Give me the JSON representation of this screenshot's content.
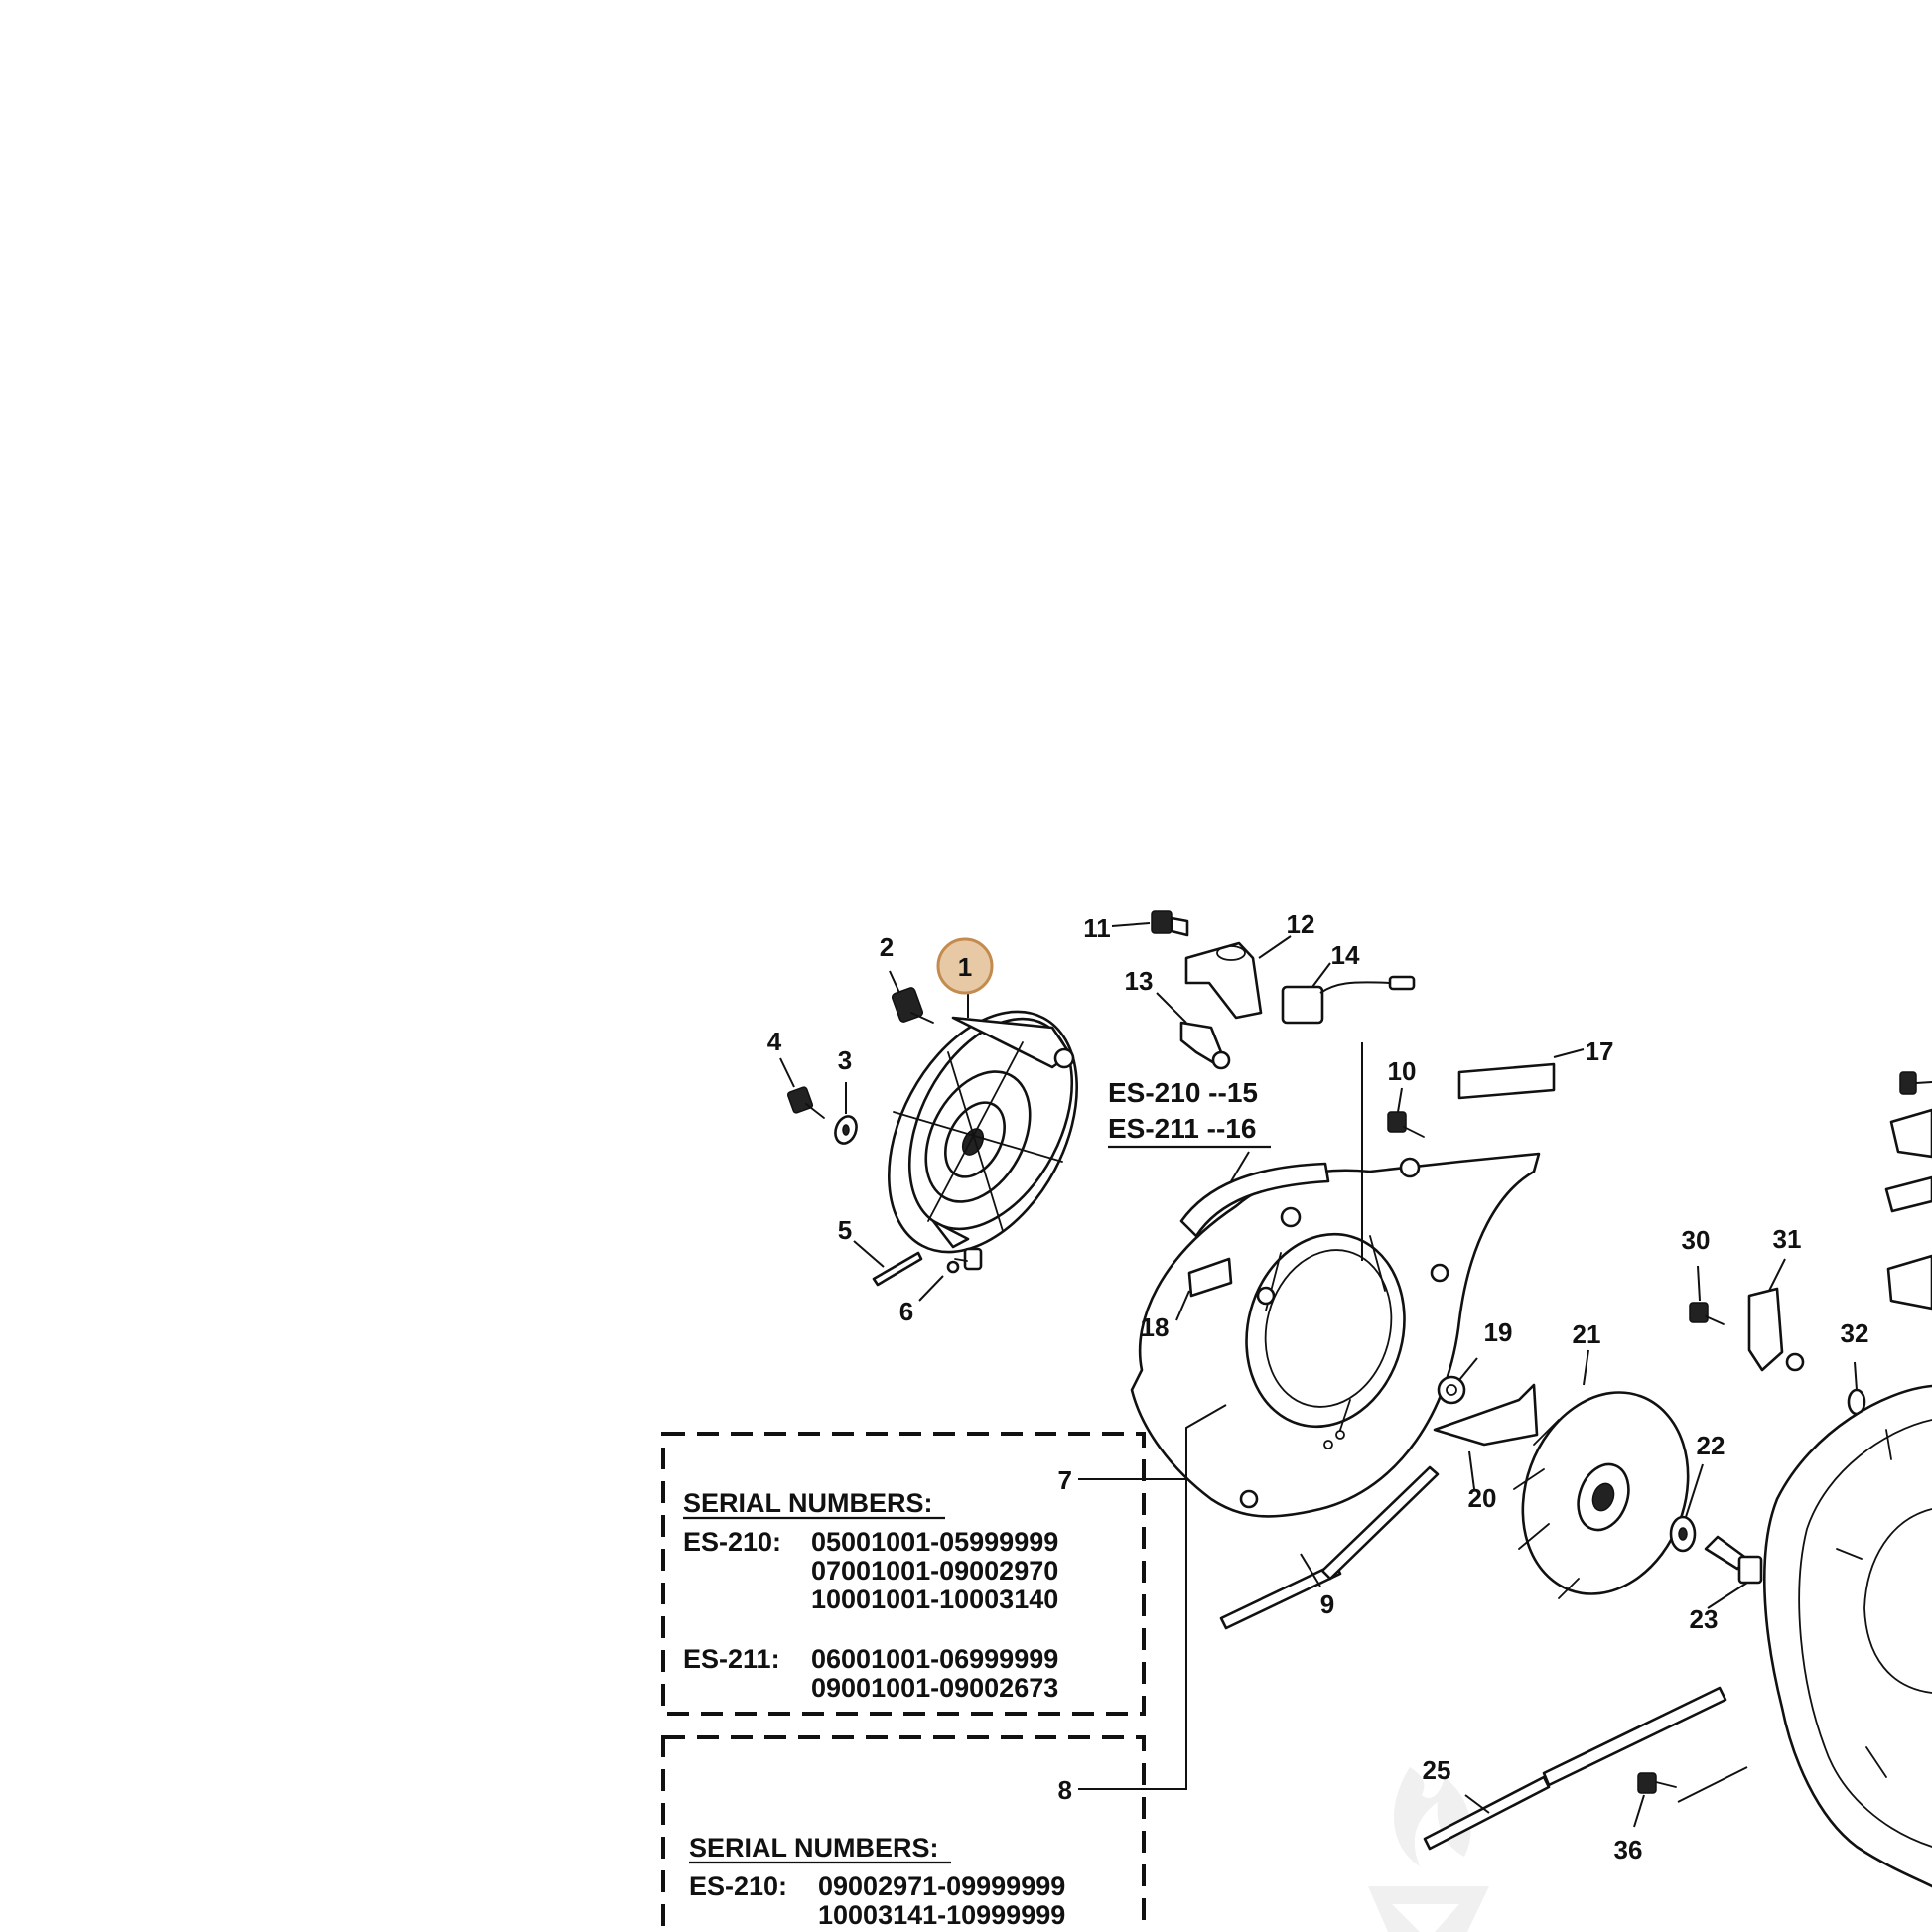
{
  "diagram": {
    "callouts": [
      "1",
      "2",
      "3",
      "4",
      "5",
      "6",
      "7",
      "8",
      "9",
      "10",
      "11",
      "12",
      "13",
      "14",
      "17",
      "18",
      "19",
      "20",
      "21",
      "22",
      "23",
      "25",
      "30",
      "31",
      "32",
      "36"
    ],
    "highlighted_callout": "1",
    "model_labels": {
      "es210": "ES-210 --15",
      "es211": "ES-211 --16"
    },
    "serial_box_1": {
      "heading": "SERIAL NUMBERS:",
      "rows": [
        {
          "model": "ES-210:",
          "range": "05001001-05999999"
        },
        {
          "model": "",
          "range": "07001001-09002970"
        },
        {
          "model": "",
          "range": "10001001-10003140"
        },
        {
          "model": "ES-211:",
          "range": "06001001-06999999"
        },
        {
          "model": "",
          "range": "09001001-09002673"
        }
      ]
    },
    "serial_box_2": {
      "heading": "SERIAL NUMBERS:",
      "rows": [
        {
          "model": "ES-210:",
          "range": "09002971-09999999"
        },
        {
          "model": "",
          "range": "10003141-10999999"
        }
      ]
    },
    "colors": {
      "line": "#111111",
      "highlight_fill": "#e8c9a6",
      "highlight_stroke": "#c48b4e"
    }
  }
}
